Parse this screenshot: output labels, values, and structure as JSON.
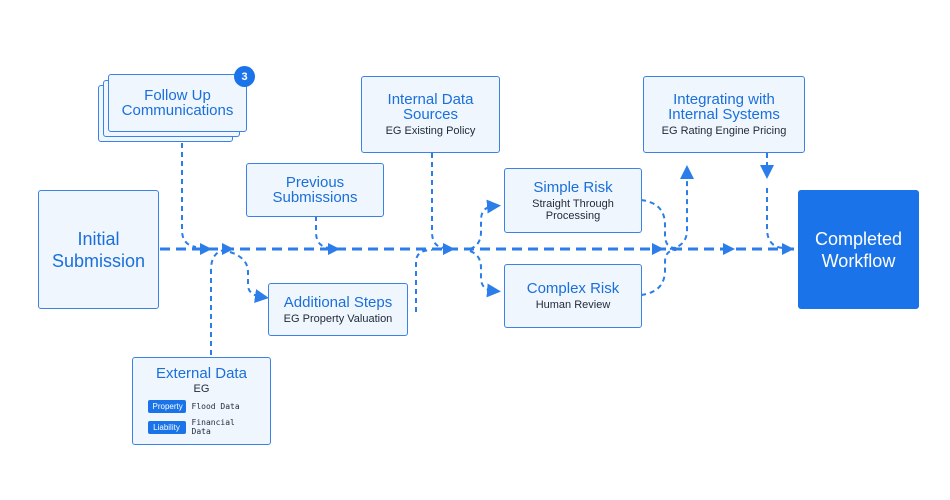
{
  "follow_up": {
    "title": "Follow Up\nCommunications",
    "badge": "3"
  },
  "initial": {
    "title": "Initial\nSubmission"
  },
  "previous": {
    "title": "Previous\nSubmissions"
  },
  "internal_data": {
    "title": "Internal Data\nSources",
    "subtitle": "EG Existing Policy"
  },
  "additional": {
    "title": "Additional Steps",
    "subtitle": "EG Property Valuation"
  },
  "external": {
    "title": "External Data",
    "subtitle": "EG",
    "rows": [
      {
        "chip": "Property",
        "text": "Flood Data"
      },
      {
        "chip": "Liability",
        "text": "Financial Data"
      }
    ]
  },
  "simple_risk": {
    "title": "Simple Risk",
    "subtitle": "Straight Through\nProcessing"
  },
  "complex_risk": {
    "title": "Complex Risk",
    "subtitle": "Human Review"
  },
  "integrating": {
    "title": "Integrating with\nInternal Systems",
    "subtitle": "EG Rating Engine Pricing"
  },
  "completed": {
    "title": "Completed\nWorkflow"
  },
  "colors": {
    "accent": "#1a73e8",
    "box_fill": "#f0f6fe",
    "arrow": "#2b7de9"
  }
}
